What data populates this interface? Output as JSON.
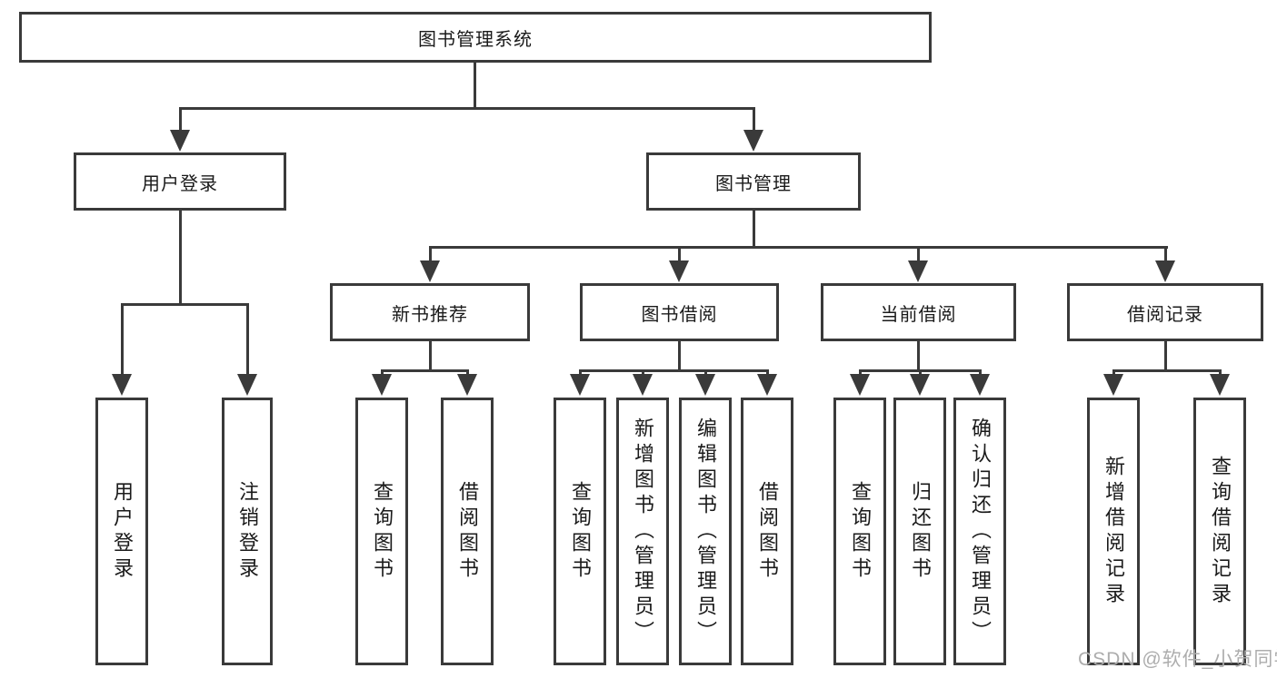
{
  "diagram": {
    "root": {
      "label": "图书管理系统"
    },
    "level2": [
      {
        "id": "user-login",
        "label": "用户登录"
      },
      {
        "id": "book-mgmt",
        "label": "图书管理"
      }
    ],
    "level3": [
      {
        "id": "new-book-recommend",
        "label": "新书推荐"
      },
      {
        "id": "book-borrow",
        "label": "图书借阅"
      },
      {
        "id": "current-borrow",
        "label": "当前借阅"
      },
      {
        "id": "borrow-records",
        "label": "借阅记录"
      }
    ],
    "leaves": {
      "user": [
        "用户登录",
        "注销登录"
      ],
      "recommend": [
        "查询图书",
        "借阅图书"
      ],
      "borrow": [
        "查询图书",
        "新增图书（管理员）",
        "编辑图书（管理员）",
        "借阅图书"
      ],
      "current": [
        "查询图书",
        "归还图书",
        "确认归还（管理员）"
      ],
      "records": [
        "新增借阅记录",
        "查询借阅记录"
      ]
    }
  },
  "watermark": {
    "text": "CSDN @软件_小贺同学"
  },
  "colors": {
    "line": "#3a3a3a",
    "text": "#1a1a1a",
    "box_background": "#ffffff",
    "watermark": "#adadad",
    "page_background": "#ffffff"
  }
}
